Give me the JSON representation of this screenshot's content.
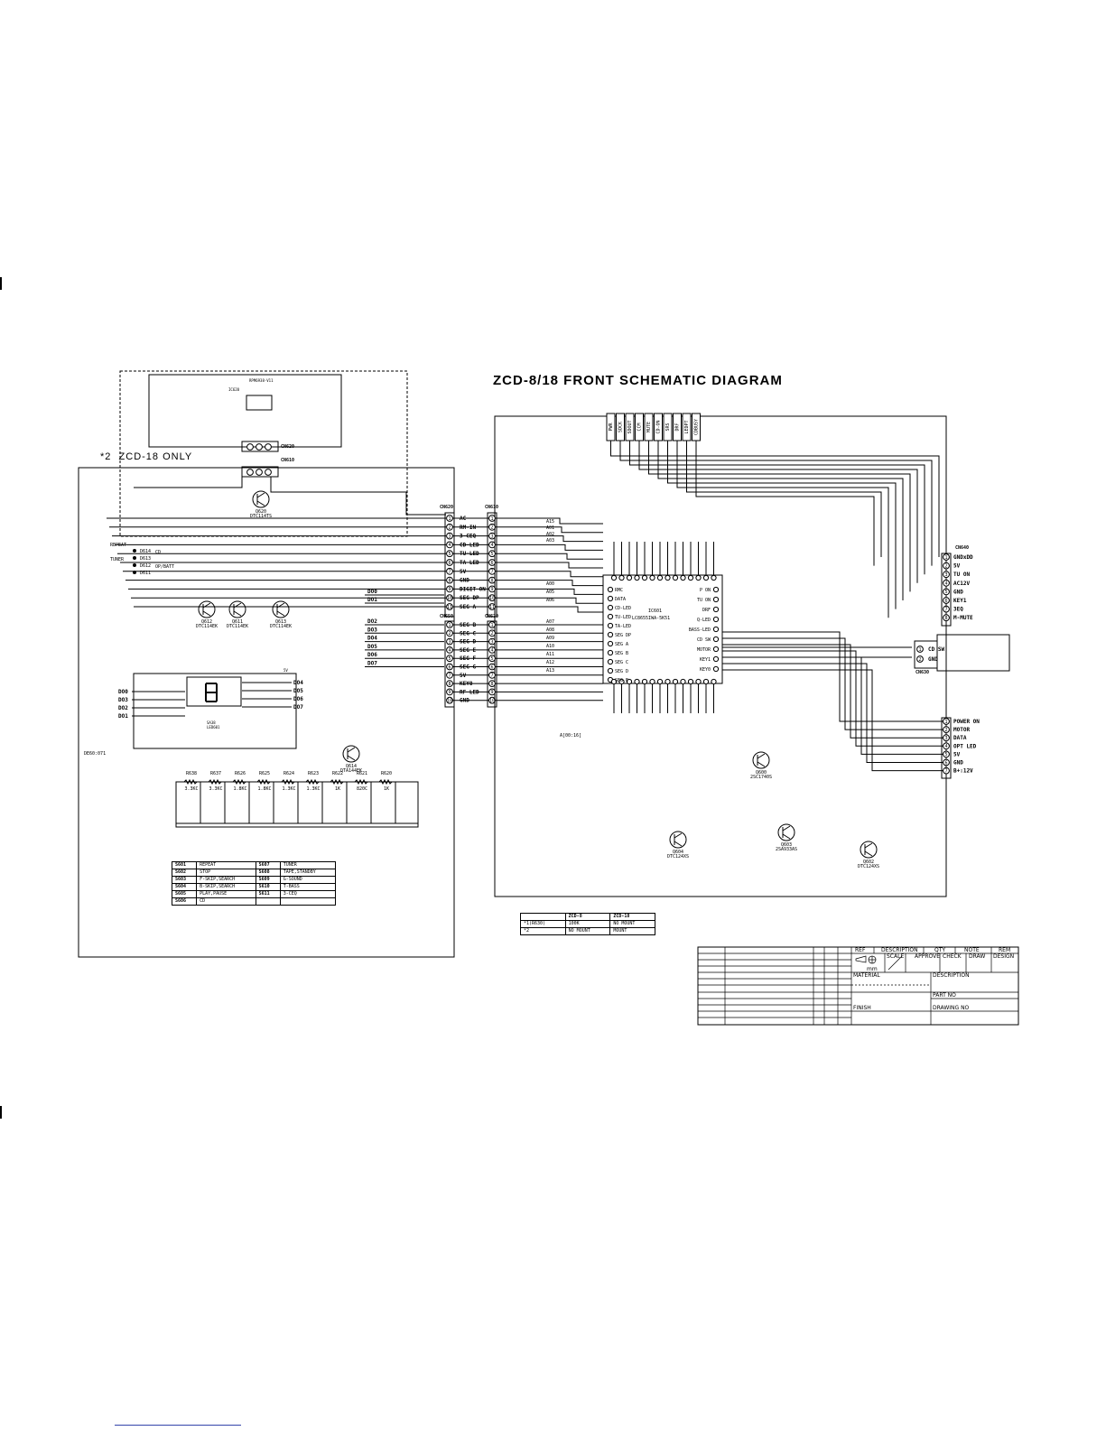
{
  "header": {
    "title": "ZCD-8/18 FRONT SCHEMATIC DIAGRAM",
    "zcd18_note_marker": "*2",
    "zcd18_note": "ZCD-18 ONLY"
  },
  "connectors": {
    "cn620": "CN620",
    "cn610": "CN610",
    "cn650": "CN650",
    "cn670": "CN670",
    "cn640": "CN640",
    "cn630": "CN630",
    "cn620_sub": "CN620",
    "cn610_sub": "CN610",
    "cn620_pins": [
      "AC",
      "RM-IN",
      "3-CEQ",
      "CD-LED",
      "TU-LED",
      "TA-LED",
      "5V",
      "GND",
      "DIGIT ON",
      "SEG DP",
      "SEG A"
    ],
    "cn650_pins": [
      "SEG B",
      "SEG C",
      "SEG D",
      "SEG E",
      "SEG F",
      "SEG G",
      "5V",
      "KEY0",
      "RF LED",
      "GND"
    ],
    "cn640_pins": [
      "GNDxDD",
      "5V",
      "TU ON",
      "AC12V",
      "GND",
      "KEY1",
      "3EQ",
      "M-MUTE"
    ],
    "cn630_pins": [
      "CD SW",
      "GND"
    ],
    "right_lower_pins": [
      "POWER ON",
      "MOTOR",
      "DATA",
      "OPT LED",
      "5V",
      "GND",
      "B+:12V"
    ]
  },
  "ic": {
    "ic601_ref": "IC601",
    "ic601_part": "LC8655IWA-5K51",
    "ic620_ref": "IC620",
    "ic620_part": "RPM6938-V11",
    "left_pins": [
      "RMC",
      "DATA",
      "CD-LED",
      "TU-LED",
      "TA-LED",
      "SEG DP",
      "SEG A",
      "SEG B",
      "SEG C",
      "SEG D",
      "SEG E"
    ],
    "right_pins": [
      "P ON",
      "TU ON",
      "DRF",
      "Q-LED",
      "BASS-LED",
      "CD SW",
      "MOTOR",
      "KEY1",
      "KEY0"
    ]
  },
  "top_bus": [
    "PWR",
    "SDCK",
    "SDOUT",
    "CCM",
    "MUTE",
    "CD-ON",
    "SRS",
    "DRF",
    "LEDPT",
    "CDBUSY"
  ],
  "address_lines": [
    "A15",
    "A01",
    "A02",
    "A03",
    "A00",
    "A05",
    "A06",
    "A07",
    "A08",
    "A09",
    "A10",
    "A11",
    "A12",
    "A13"
  ],
  "transistors": [
    {
      "ref": "Q620",
      "part": "DTC114TS"
    },
    {
      "ref": "Q612",
      "part": "DTC114EK"
    },
    {
      "ref": "Q611",
      "part": "DTC114EK"
    },
    {
      "ref": "Q613",
      "part": "DTC114EK"
    },
    {
      "ref": "Q614",
      "part": "DTA144EK"
    },
    {
      "ref": "Q600",
      "part": "2SC1740S"
    },
    {
      "ref": "Q604",
      "part": "DTC124XS"
    },
    {
      "ref": "Q603",
      "part": "2SA933AS"
    },
    {
      "ref": "Q602",
      "part": "DTC124XS"
    }
  ],
  "leds": [
    "D614",
    "D613",
    "D612",
    "D611"
  ],
  "led_labels": [
    "REPEAT",
    "CD",
    "TUNER",
    "OP/BATT"
  ],
  "display": {
    "ref": "LED601",
    "part": "SA38"
  },
  "digit_lines": [
    "DO0",
    "DO1",
    "DO2",
    "DO3",
    "DO4",
    "DO5",
    "DO6",
    "DO7"
  ],
  "resistor_ladder": {
    "refs": [
      "R638",
      "R637",
      "R626",
      "R625",
      "R624",
      "R623",
      "R622",
      "R621",
      "R620"
    ],
    "values": [
      "3.3KC",
      "3.3KC",
      "1.8KC",
      "1.8KC",
      "1.3KC",
      "1.3KC",
      "1K",
      "820C",
      "1K"
    ]
  },
  "switch_table": {
    "rows": [
      [
        "S601",
        "REPEAT",
        "S607",
        "TUNER"
      ],
      [
        "S602",
        "STOP",
        "S608",
        "TAPE,STANDBY"
      ],
      [
        "S603",
        "F-SKIP,SEARCH",
        "S609",
        "G-SOUND"
      ],
      [
        "S604",
        "B-SKIP,SEARCH",
        "S610",
        "T-BASS"
      ],
      [
        "S605",
        "PLAY,PAUSE",
        "S611",
        "3-CEQ"
      ],
      [
        "S606",
        "CD",
        "",
        ""
      ]
    ]
  },
  "variant_table": {
    "header": [
      "",
      "ZCD-8",
      "ZCD-18"
    ],
    "rows": [
      [
        "*1(R630)",
        "100K",
        "NO MOUNT"
      ],
      [
        "*2",
        "NO MOUNT",
        "MOUNT"
      ]
    ]
  },
  "title_block": {
    "ref": "REF",
    "description": "DESCRIPTION",
    "qty": "QTY",
    "note": "NOTE",
    "rem": "REM",
    "scale": "SCALE",
    "approve": "APPROVE",
    "check": "CHECK",
    "draw": "DRAW",
    "design": "DESIGN",
    "mm": "mm",
    "material": "MATERIAL",
    "description2": "DESCRIPTION",
    "part_no": "PART NO",
    "finish": "FINISH",
    "drawing_no": "DRAWING NO"
  },
  "misc": {
    "dc_note": "DE60:071",
    "bus_note": "A[00:16]",
    "five_v": "5V"
  }
}
